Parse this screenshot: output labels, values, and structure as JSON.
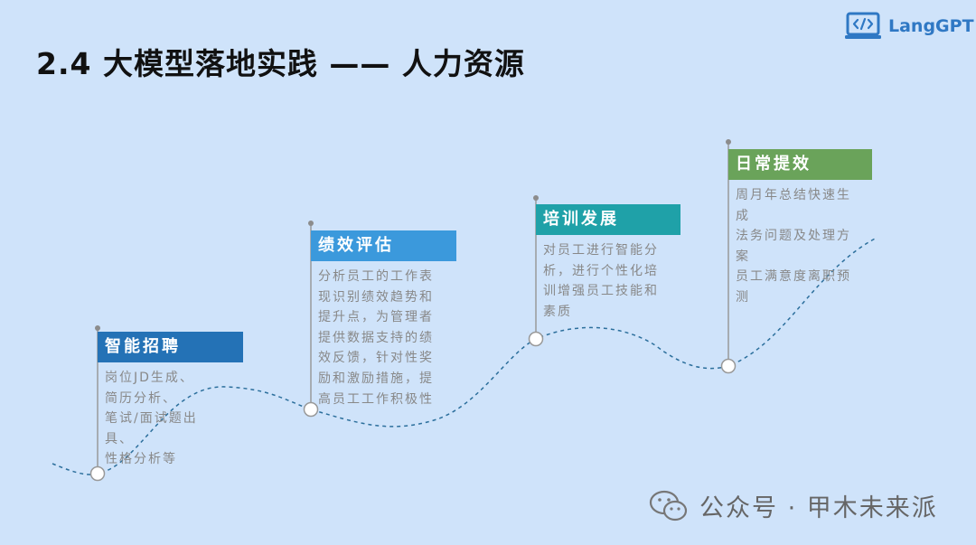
{
  "title": "2.4 大模型落地实践 —— 人力资源",
  "logo": {
    "text": "LangGPT",
    "icon": "code-laptop-icon"
  },
  "colors": {
    "background": "#cfe3fa",
    "stage1": "#2472b6",
    "stage2": "#3b99dc",
    "stage3": "#1fa1a8",
    "stage4": "#6aa35a",
    "curve": "#2c6f9c",
    "logo": "#2f78c4"
  },
  "stages": [
    {
      "title": "智能招聘",
      "lines": [
        "岗位JD生成、",
        "简历分析、",
        "笔试/面试题出",
        "具、",
        "性格分析等"
      ]
    },
    {
      "title": "绩效评估",
      "lines": [
        "分析员工的工作表",
        "现识别绩效趋势和",
        "提升点，为管理者",
        "提供数据支持的绩",
        "效反馈，针对性奖",
        "励和激励措施，提",
        "高员工工作积极性"
      ]
    },
    {
      "title": "培训发展",
      "lines": [
        "对员工进行智能分",
        "析，进行个性化培",
        "训增强员工技能和",
        "素质"
      ]
    },
    {
      "title": "日常提效",
      "lines": [
        "周月年总结快速生",
        "成",
        "法务问题及处理方",
        "案",
        "员工满意度离职预",
        "测"
      ]
    }
  ],
  "watermark": {
    "text": "公众号 · 甲木未来派",
    "icon": "wechat-icon"
  }
}
